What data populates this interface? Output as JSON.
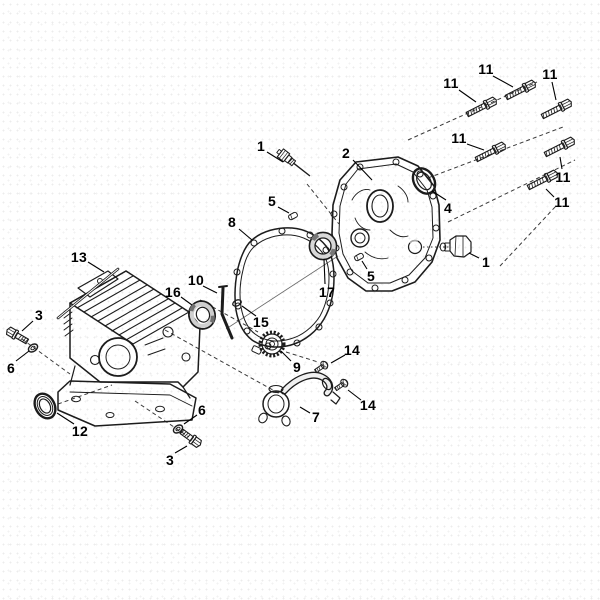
{
  "diagram": {
    "kind": "exploded-parts-diagram",
    "background_color": "#ffffff",
    "line_color": "#1c1c1c",
    "label_color": "#000000",
    "texture_dot_color": "#ececec"
  },
  "callouts": [
    {
      "number": "1",
      "part": "oil-sensor"
    },
    {
      "number": "2",
      "part": "crankcase-cover"
    },
    {
      "number": "11",
      "part": "flange-bolt"
    },
    {
      "number": "11",
      "part": "flange-bolt"
    },
    {
      "number": "11",
      "part": "flange-bolt"
    },
    {
      "number": "11",
      "part": "flange-bolt"
    },
    {
      "number": "11",
      "part": "flange-bolt"
    },
    {
      "number": "11",
      "part": "flange-bolt"
    },
    {
      "number": "4",
      "part": "oil-seal"
    },
    {
      "number": "5",
      "part": "dowel-pin"
    },
    {
      "number": "5",
      "part": "dowel-pin"
    },
    {
      "number": "8",
      "part": "cover-gasket"
    },
    {
      "number": "17",
      "part": "ball-bearing"
    },
    {
      "number": "13",
      "part": "cylinder-block"
    },
    {
      "number": "16",
      "part": "bearing"
    },
    {
      "number": "10",
      "part": "oil-dipper-rod"
    },
    {
      "number": "15",
      "part": "snap-ring"
    },
    {
      "number": "9",
      "part": "governor-gear"
    },
    {
      "number": "3",
      "part": "screw"
    },
    {
      "number": "6",
      "part": "sealing-washer"
    },
    {
      "number": "12",
      "part": "oil-seal"
    },
    {
      "number": "6",
      "part": "sealing-washer"
    },
    {
      "number": "3",
      "part": "screw"
    },
    {
      "number": "14",
      "part": "pan-head-screw"
    },
    {
      "number": "14",
      "part": "pan-head-screw"
    },
    {
      "number": "7",
      "part": "oil-pickup"
    },
    {
      "number": "1",
      "part": "drain-plug"
    }
  ]
}
